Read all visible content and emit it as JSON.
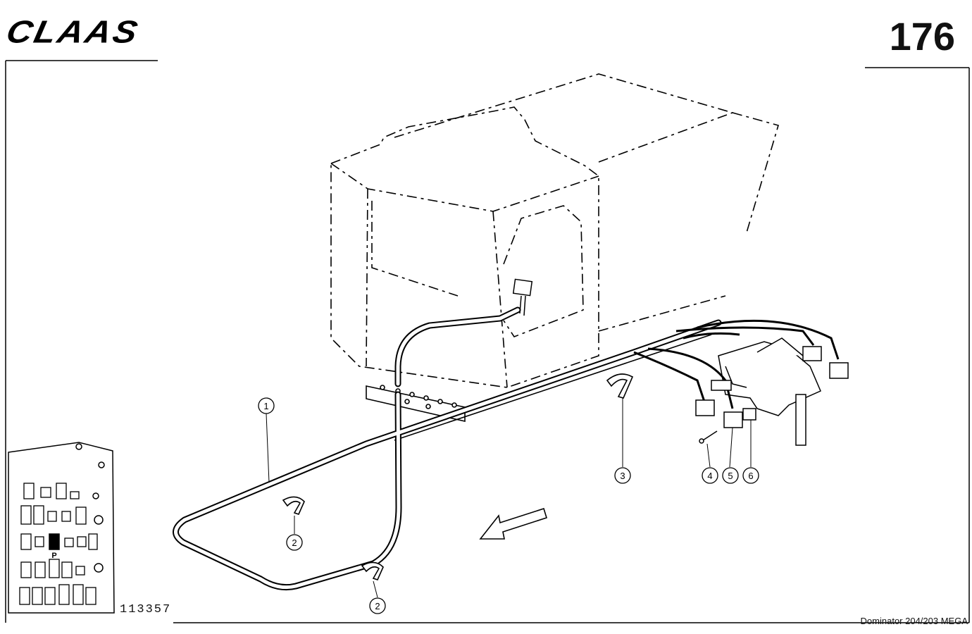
{
  "header": {
    "brand": "CLAAS",
    "page_number": "176"
  },
  "figure_number": "113357",
  "model": "Dominator 204/203 MEGA",
  "callouts": [
    {
      "id": "1",
      "label": "1"
    },
    {
      "id": "2a",
      "label": "2"
    },
    {
      "id": "2b",
      "label": "2"
    },
    {
      "id": "3",
      "label": "3"
    },
    {
      "id": "4",
      "label": "4"
    },
    {
      "id": "5",
      "label": "5"
    },
    {
      "id": "6",
      "label": "6"
    }
  ],
  "panel_marker": "P"
}
